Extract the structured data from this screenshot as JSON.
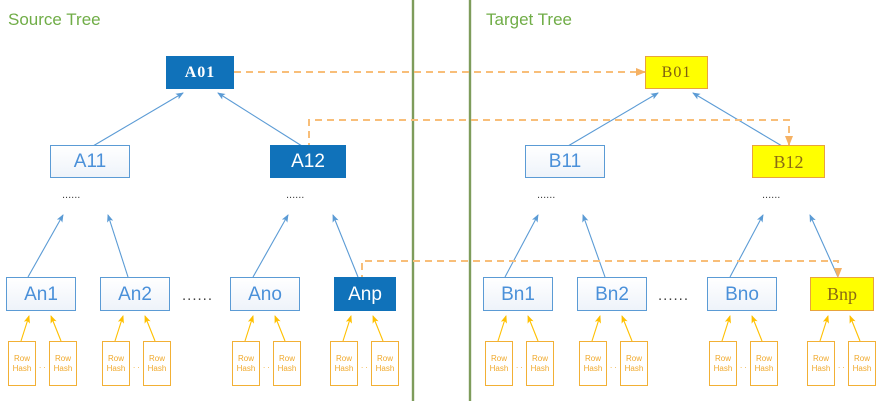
{
  "diagram": {
    "title_source": "Source Tree",
    "title_target": "Target Tree",
    "colors": {
      "title_green": "#70AD47",
      "node_blue_fill": "#1072BA",
      "node_blue_border": "#5B9BD5",
      "node_blue_text": "#4A90D9",
      "node_yellow_fill": "#FFFF00",
      "node_yellow_border": "#E8A33D",
      "node_yellow_text": "#8a6a14",
      "rowhash_border": "#F2B035",
      "rowhash_text": "#F0A92C",
      "dashed_orange": "#F8BE79",
      "arrow_blue": "#5B9BD5",
      "arrow_gold": "#FFC000",
      "divider_green": "#7E9C5B"
    }
  },
  "source_tree": {
    "root": {
      "label": "A01"
    },
    "mid": [
      {
        "label": "A11"
      },
      {
        "label": "A12"
      }
    ],
    "leaves": [
      {
        "label": "An1"
      },
      {
        "label": "An2"
      },
      {
        "label": "Ano"
      },
      {
        "label": "Anp"
      }
    ],
    "leaf_gap_ellipsis": "......",
    "subtree_ellipsis": [
      "......",
      "......"
    ],
    "rowhash_label_line1": "Row",
    "rowhash_label_line2": "Hash",
    "rowhash_gap": ". ."
  },
  "target_tree": {
    "root": {
      "label": "B01"
    },
    "mid": [
      {
        "label": "B11"
      },
      {
        "label": "B12"
      }
    ],
    "leaves": [
      {
        "label": "Bn1"
      },
      {
        "label": "Bn2"
      },
      {
        "label": "Bno"
      },
      {
        "label": "Bnp"
      }
    ],
    "leaf_gap_ellipsis": "......",
    "subtree_ellipsis": [
      "......",
      "......"
    ],
    "rowhash_label_line1": "Row",
    "rowhash_label_line2": "Hash",
    "rowhash_gap": ". ."
  }
}
